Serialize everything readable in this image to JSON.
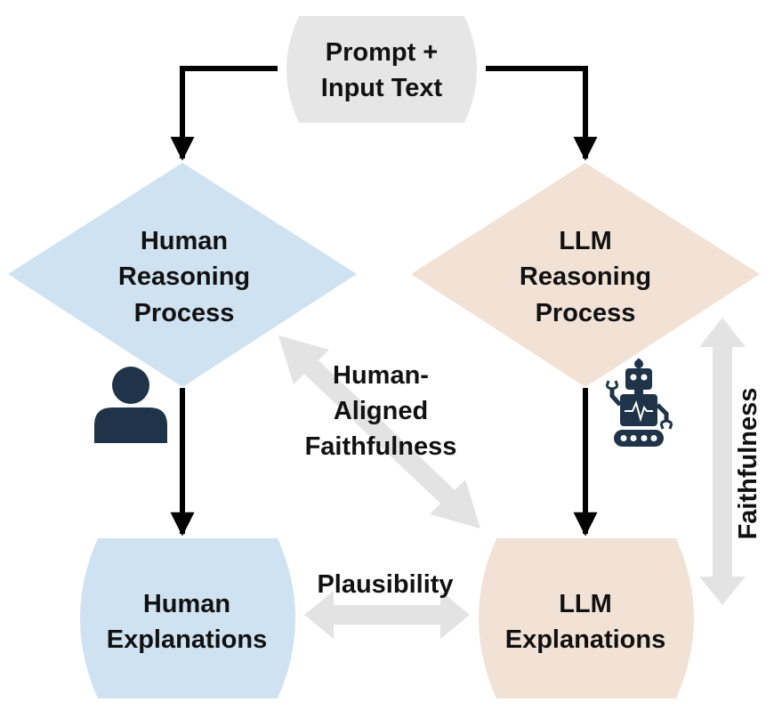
{
  "nodes": {
    "prompt": {
      "line1": "Prompt +",
      "line2": "Input Text"
    },
    "human_reasoning": {
      "line1": "Human",
      "line2": "Reasoning",
      "line3": "Process"
    },
    "llm_reasoning": {
      "line1": "LLM",
      "line2": "Reasoning",
      "line3": "Process"
    },
    "human_explanations": {
      "line1": "Human",
      "line2": "Explanations"
    },
    "llm_explanations": {
      "line1": "LLM",
      "line2": "Explanations"
    }
  },
  "relations": {
    "human_aligned_faithfulness": {
      "line1": "Human-",
      "line2": "Aligned",
      "line3": "Faithfulness"
    },
    "plausibility": "Plausibility",
    "faithfulness": "Faithfulness"
  },
  "icons": {
    "human": "person-icon",
    "llm": "robot-icon"
  },
  "colors": {
    "prompt_fill": "#e6e6e6",
    "human_fill": "#cfe2f1",
    "llm_fill": "#f2e2d6",
    "relation_arrow": "#e3e3e3",
    "flow_arrow": "#000000",
    "icon": "#1f3448"
  }
}
